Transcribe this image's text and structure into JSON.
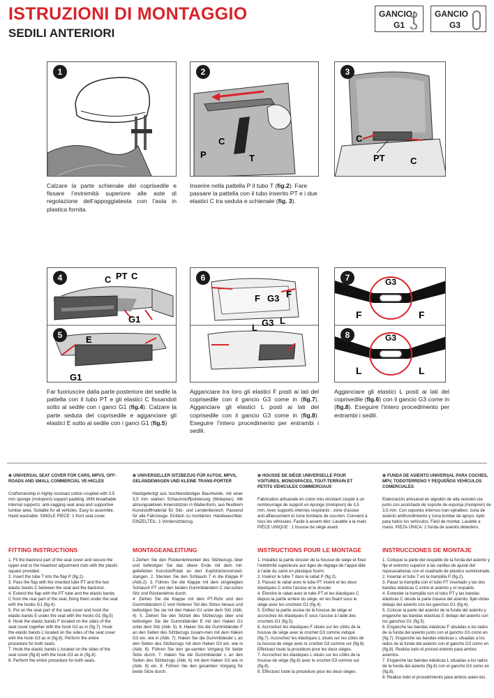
{
  "header": {
    "title": "ISTRUZIONI DI MONTAGGIO",
    "subtitle": "SEDILI ANTERIORI",
    "hooks": [
      {
        "line1": "GANCIO",
        "line2": "G1"
      },
      {
        "line1": "GANCIO",
        "line2": "G3"
      }
    ]
  },
  "figures": {
    "f1": {
      "num": "1"
    },
    "f2": {
      "num": "2",
      "labels": [
        "C",
        "P",
        "T"
      ]
    },
    "f3": {
      "num": "3",
      "labels": [
        "C",
        "PT",
        "C"
      ]
    },
    "f4": {
      "num": "4",
      "labels": [
        "C",
        "PT",
        "C",
        "G1"
      ]
    },
    "f5": {
      "num": "5",
      "labels": [
        "E",
        "G1"
      ]
    },
    "f6": {
      "num": "6",
      "labels": [
        "F",
        "G3",
        "F",
        "L",
        "G3",
        "L"
      ]
    },
    "f7": {
      "num": "7",
      "labels": [
        "G3",
        "F",
        "F"
      ]
    },
    "f8": {
      "num": "8",
      "labels": [
        "G3",
        "L",
        "L"
      ]
    }
  },
  "captions": {
    "c1": "Calzare la parte schienale del coprisedile e fissare l’estremità superiore alle aste di regolazione dell’appoggiatesta con l’asta in plastica fornita.",
    "c2a": "Inserire nella pattella P il tubo T (",
    "c2b": "fig.2",
    "c2c": "). Fare passare la pattella con il tubo inserito PT e i due elastici C tra seduta e schienale (",
    "c2d": "fig. 3",
    "c2e": ").",
    "c4a": "Far fuoriuscire dalla parte posteriore del sedile la pattella con il tubo PT e gli elastici C fissandoli sotto al sedile con i ganci G1 (",
    "c4b": "fig.4",
    "c4c": "). Calzare la parte seduta del coprisedile e agganciare gli elastici E sotto al sedile con i ganci G1 (",
    "c4d": "fig.5",
    "c4e": ")",
    "c6a": "Agganciare tra loro gli elastici F posti ai lati del coprisedile con il gancio G3 come in (",
    "c6b": "fig.7",
    "c6c": "). Agganciare gli elastici L posti ai lati del coprisedile con il gancio G3 come in (",
    "c6d": "fig.8",
    "c6e": "). Eseguire l’intero procedimento per entrambi i sedili.",
    "c7a": "Agganciare gli elastici L posti ai lati del coprisedile (",
    "c7b": "fig.6",
    "c7c": ") con il gancio G3 come in (",
    "c7d": "fig.8",
    "c7e": ").",
    "c7f": "Eseguire l’intero procedimento per entrambi i sedili."
  },
  "columns": [
    {
      "heading": "UNIVERSAL SEAT COVER FOR CARS, MPVS, OFF-ROADS AND SMALL COMMERCIAL VE-HICLES",
      "intro": "Craftsmanship in highly resistant cotton coupled with 3.5 mm sponge (molopren) support padding. With breathable internal supports: anti-sagging seat area and supportive lumbar area. Suitable for all vehicles. Easy to assemble. Hand washable. SINGLE PIECE: 1 front seat cover.",
      "instr_heading": "FITTING INSTRUCTIONS",
      "steps": [
        "1. Fit the backrest part of the seat cover and secure the upper end to the headrest adjustment rods with the plastic square provided.",
        "2. Insert the tube T into the flap P (fig.2).",
        "3. Pass the flap with the inserted tube PT and the two elastic bands C between the seat and the backrest.",
        "4. Extend the flap with the PT tube and the elastic bands C from the rear part of the seat, fixing them under the seat with the hooks G1 (fig.4).",
        "5.  Put on the seat part of the seat cover and hook the elastic bands E under the seat with the hooks G1 (fig.5)",
        "6. Hook the elastic bands F located on the sides of the seat cover together with the hook G3 as in (fig.7). Hook the elastic bands L located on the sides of the seat cover with the hook G3 as in (fig.8). Perform the entire procedure for both seats.",
        "7. Hook the elastic bands L located on the sides of the seat cover (fig.6) with the hook G3 as in (fig.8).",
        "8. Perform the entire procedure for both seats."
      ]
    },
    {
      "heading": "UNIVERSELLER SITZBEZUG FÜR AUTOS, MPVS, GELÄNDEWAGEN UND KLEINE TRANS-PORTER",
      "intro": "Handgefertigt aus hochbeständiger Baumwolle, mit einer 3,5 mm starken Schaumstoffpolsterung (Molopren). Mit atmungsaktiven Innenstützen in Wabenform, aus flexiblem Kunststoffmaterial für Sitz- und Lendenbereich. Passend für alle Fahrzeuge. Einfach zu montieren. Handwaschbar. EINZELTEIL: 1 Vordersitzbezug.",
      "instr_heading": "MONTAGEANLEITUNG",
      "steps": [
        "1.Ziehen Sie den Rückenlehnenteil des Sitzbezugs über und befestigen Sie das obere Ende mit dem mit-gelieferten Kunststoffstab an den Kopfstützenverstell-stangen. 2. Stecken Sie den Schlauch T in die Klappe P (Abb.2). 3. Führen Sie die Klappe mit dem eingelegten Schlauch PT und den beiden Gummibändern C zwi-schen Sitz und Rückenlehne durch.",
        "4. Ziehen Sie die Klappe mit dem PT-Rohr und den Gummibändern C vom hinteren Teil des Sitzes heraus und befestigen Sie sie mit den Haken G1 unter dem Sitz (Abb. 4). 5. Ziehen Sie den Sitzteil des Sitzbezugs über und befestigen Sie die Gummibänder E mit den Haken G1 unter dem Sitz (Abb. 5). 6. Haken Sie die Gummibänder F an den Seiten des Sitzbezugs zusam-men mit dem Haken G3 ein, wie in (Abb. 7). Haken Sie die Gummibänder L an den Seiten des Sitzbezugs mit dem Haken G3 ein, wie in (Abb. 8). Führen Sie den ge-samten Vorgang für beide Sitze durch. 7. Haken Sie die Gummibänder L an den Seiten des Sitzbezugs (Abb. 6) mit dem Haken G3 wie in (Abb. 8) ein. 8. Führen Sie den gesamten Vorgang für beide Sitze durch."
      ]
    },
    {
      "heading": "HOUSSE DE SIÈGE UNIVERSELLE POUR VOITURES, MONOSPACES, TOUT-TERRAIN ET PETITS VÉHICULES COMMERCIAUX",
      "intro": "Fabrication artisanale en coton très résistant couplé à un rembourrage de support en éponge (molopren) de 3,5 mm. Avec supports internes respirants : zone d’assise anti-affaissement et zone lombaire de sou-tien. Convient à tous les véhicules. Facile à assem-bler. Lavable à la main. PIÈCE UNIQUE : 1 housse de siège avant.",
      "instr_heading": "INSTRUCTIONS POUR LE MONTAGE",
      "steps": [
        "1. Installez la partie dossier de la housse de siège et fixez l’extrémité supérieure aux tiges de réglage de l’appui-tête à l’aide du carré en plastique fourni.",
        "2. Insérez le tube T dans le rabat P (fig.2).",
        "3. Passez le rabat avec le tube PT inséré et les deux élastiques C entre l’assise et le dossier.",
        "4. Étendre le rabat avec le tube PT et les élastiques C depuis la partie arrière du siège, en les fixant sous le siège avec les crochets G1 (fig.4).",
        "5. Enfilez la partie assise de la housse de siège et accrochez les élastiques E sous l’assise à l’aide des crochets G1 (fig.5).",
        "6. Accrochez les élastiques F situés sur les côtés de la housse de siège avec le crochet G3 comme indiqué (fig.7). Accrochez les élastiques L situés sur les côtés de la housse de siège avec le crochet G3 comme sur (fig.8). Effectuez toute la procédure pour les deux sièges.",
        "7. Accrochez les élastiques L situés sur les côtés de la housse de siège (fig.6) avec le crochet G3 comme sur (fig.8).",
        "8. Effectuez toute la procédure pour les deux sièges."
      ]
    },
    {
      "heading": "FUNDA DE ASIENTO UNIVERSAL PARA COCHES, MPV, TODOTERRENO Y PEQUEÑOS VEHÍCULOS COMERCIALES",
      "intro": "Elaboración artesanal en algodón de alta resisten-cia junto con acolchado de soporte de esponja (molopren) de 3,5 mm. Con soportes internos tran-spirables: zona de asiento antihundimiento y zona lumbar de apoyo. Apto para todos los vehículos. Fácil de montar. Lavable a mano. PIEZA ÚNICA: 1 funda de asiento delantero.",
      "instr_heading": "INSTRUCCIONES DE MONTAJE",
      "steps": [
        "1. Coloque la parte del respaldo de la funda del asiento y fije el extremo superior a las varillas de ajuste del reposacabezas con el cuadrado de plástico suministrado.",
        "2. Insertar el tubo T en la trampilla P (fig.2).",
        "3. Pasar la trampilla con el tubo PT insertado y las dos bandas elásticas C entre el asiento y el respaldo.",
        "4. Extender la trampilla con el tubo PT y las bandas elásticas C desde la parte trasera del asiento, fiján-dolas debajo del asiento con los ganchos G1 (fig.4).",
        "5. Colocar la parte del asiento de la funda del asiento y enganche las bandas elásticas E debajo del asiento con los ganchos G1 (fig.5).",
        "6. Enganche las bandas elásticas F situadas a los lados de la funda del asiento junto con el gancho G3 como en (fig.7). Enganche las bandas elásticas L situadas a los lados de la funda del asiento con el gancho G3 como en (fig.8). Realice todo el proced-imiento para ambos asientos.",
        "7. Enganche las bandas elásticas L situadas a los lados de la funda del asiento (fig.6) con el gancho G3 como en (fig.8).",
        "8. Realice todo el procedimiento para ambos asien-tos."
      ]
    }
  ]
}
